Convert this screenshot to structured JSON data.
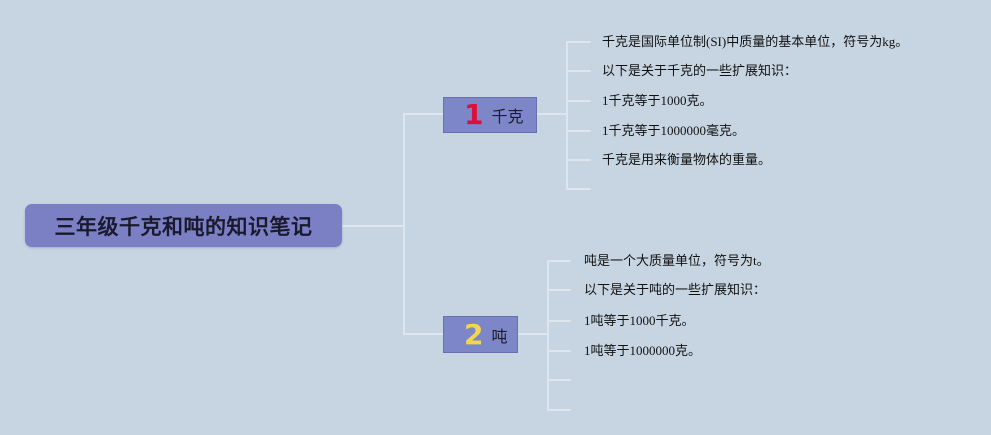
{
  "root": {
    "title": "三年级千克和吨的知识笔记"
  },
  "branches": [
    {
      "number": "1",
      "number_color": "#d8123a",
      "label": "千克",
      "leaves": [
        "千克是国际单位制(SI)中质量的基本单位，符号为kg。",
        "以下是关于千克的一些扩展知识：",
        "1千克等于1000克。",
        "1千克等于1000000毫克。",
        "千克是用来衡量物体的重量。"
      ]
    },
    {
      "number": "2",
      "number_color": "#f2d64f",
      "label": "吨",
      "leaves": [
        "吨是一个大质量单位，符号为t。",
        "以下是关于吨的一些扩展知识：",
        "1吨等于1000千克。",
        "1吨等于1000000克。"
      ]
    }
  ],
  "colors": {
    "background": "#c7d5e2",
    "root_fill": "#7b7fc4",
    "branch_fill": "#7d86c6",
    "connector": "#dde6ef"
  }
}
